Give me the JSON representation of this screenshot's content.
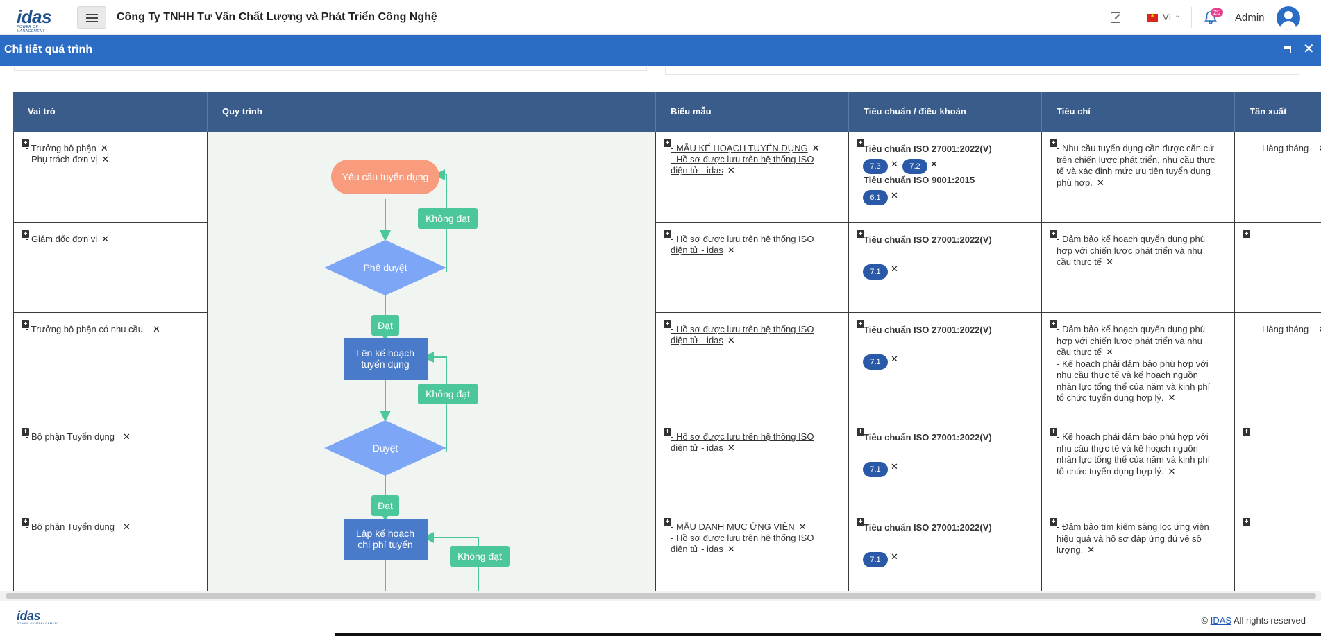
{
  "topbar": {
    "logo_text": "idas",
    "logo_tagline": "POWER OF MANAGEMENT",
    "company": "Công Ty TNHH Tư Vấn Chất Lượng và Phát Triển Công Nghệ",
    "language": "VI",
    "notification_count": "25",
    "user": "Admin"
  },
  "modal": {
    "title": "Chi tiết quá trình"
  },
  "table": {
    "headers": [
      "Vai trò",
      "Quy trình",
      "Biểu mẫu",
      "Tiêu chuẩn / điều khoản",
      "Tiêu chí",
      "Tần xuất"
    ],
    "rows": [
      {
        "roles": [
          "- Trưởng bộ phận",
          "- Phụ trách đơn vị"
        ],
        "forms": [
          "- MẪU KẾ HOẠCH TUYỂN DỤNG",
          "- Hồ sơ được lưu trên hệ thống ISO",
          "điện tử - idas"
        ],
        "standards": [
          {
            "name": "Tiêu chuẩn ISO 27001:2022(V)",
            "clauses": [
              "7.3",
              "7.2"
            ]
          },
          {
            "name": "Tiêu chuẩn ISO 9001:2015",
            "clauses": [
              "6.1"
            ]
          }
        ],
        "criteria": [
          "- Nhu cầu tuyển dụng cần được căn cứ",
          "trên chiến lược phát triển, nhu cầu thực",
          "tế và xác định mức ưu tiên tuyển dụng",
          "phù hợp."
        ],
        "frequency": "Hàng tháng"
      },
      {
        "roles": [
          "- Giám đốc đơn vị"
        ],
        "forms": [
          "- Hồ sơ được lưu trên hệ thống ISO",
          "điện tử - idas"
        ],
        "standards": [
          {
            "name": "Tiêu chuẩn ISO 27001:2022(V)",
            "clauses": [
              "7.1"
            ]
          }
        ],
        "criteria": [
          "- Đảm bảo kế hoạch quyển dụng phù",
          "hợp với chiến lược phát triển và nhu",
          "cầu thực tế"
        ],
        "frequency": ""
      },
      {
        "roles": [
          "- Trưởng bộ phận có nhu cầu"
        ],
        "forms": [
          "- Hồ sơ được lưu trên hệ thống ISO",
          "điện tử - idas"
        ],
        "standards": [
          {
            "name": "Tiêu chuẩn ISO 27001:2022(V)",
            "clauses": [
              "7.1"
            ]
          }
        ],
        "criteria": [
          "- Đảm bảo kế hoạch quyển dụng phù",
          "hợp với chiến lược phát triển và nhu",
          "cầu thực tế",
          "- Kế hoạch phải đảm bảo phù hợp với",
          "nhu cầu thực tế và kế hoạch nguồn",
          "nhân lực tổng thể của năm và kinh phí",
          "tổ chức tuyển dụng hợp lý."
        ],
        "frequency": "Hàng tháng"
      },
      {
        "roles": [
          "- Bộ phận Tuyển dụng"
        ],
        "forms": [
          "- Hồ sơ được lưu trên hệ thống ISO",
          "điện tử - idas"
        ],
        "standards": [
          {
            "name": "Tiêu chuẩn ISO 27001:2022(V)",
            "clauses": [
              "7.1"
            ]
          }
        ],
        "criteria": [
          "- Kế hoạch phải đảm bảo phù hợp với",
          "nhu cầu thực tế và kế hoạch nguồn",
          "nhân lực tổng thể của năm và kinh phí",
          "tổ chức tuyển dụng hợp lý."
        ],
        "frequency": ""
      },
      {
        "roles": [
          "- Bộ phận Tuyển dụng"
        ],
        "forms": [
          "- MẪU DANH MỤC ỨNG VIÊN",
          "- Hồ sơ được lưu trên hệ thống ISO",
          "điện tử - idas"
        ],
        "standards": [
          {
            "name": "Tiêu chuẩn ISO 27001:2022(V)",
            "clauses": [
              "7.1"
            ]
          }
        ],
        "criteria": [
          "- Đảm bảo tìm kiếm sàng lọc ứng viên",
          "hiệu quả và hồ sơ đáp ứng đủ về số",
          "lượng."
        ],
        "frequency": ""
      }
    ]
  },
  "flow": {
    "start": "Yêu cầu tuyển dụng",
    "approve": "Phê duyệt",
    "pass1": "Đạt",
    "fail1": "Không đạt",
    "plan_line1": "Lên kế hoạch",
    "plan_line2": "tuyển dụng",
    "fail2": "Không đạt",
    "review": "Duyệt",
    "pass2": "Đạt",
    "cost_line1": "Lập kế hoạch",
    "cost_line2": "chi phí tuyển",
    "fail3": "Không đạt"
  },
  "footer": {
    "copyright_prefix": "©",
    "brand": "IDAS",
    "copyright_suffix": "All rights reserved"
  },
  "colors": {
    "primary": "#2b6cc4",
    "table_header": "#3a5c8a",
    "flow_start": "#f99b7d",
    "flow_decision": "#7ea6f6",
    "flow_process": "#4a7bcb",
    "flow_label": "#4cc79b",
    "flow_edge": "#4cc79b",
    "pill": "#2a5aa7"
  },
  "icons": [
    "hamburger-icon",
    "edit-note-icon",
    "vietnam-flag-icon",
    "chevron-down-icon",
    "bell-icon",
    "user-avatar-icon",
    "maximize-icon",
    "close-icon",
    "plus-square-icon",
    "remove-x-icon"
  ]
}
